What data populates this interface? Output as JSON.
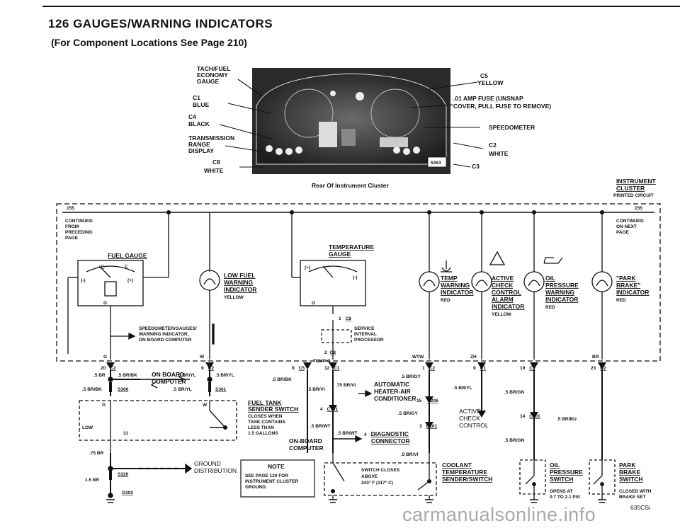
{
  "header": {
    "title": "126 GAUGES/WARNING INDICATORS",
    "subtitle": "(For Component Locations See Page 210)"
  },
  "photo": {
    "caption": "Rear Of Instrument Cluster",
    "photo_number": "5353",
    "callouts_left": [
      {
        "lines": [
          "TACH/FUEL",
          "ECONOMY",
          "GAUGE"
        ]
      },
      {
        "lines": [
          "C1",
          "BLUE"
        ]
      },
      {
        "lines": [
          "C4",
          "BLACK"
        ]
      },
      {
        "lines": [
          "TRANSMISSION",
          "RANGE",
          "DISPLAY"
        ]
      },
      {
        "lines": [
          "C8",
          "WHITE"
        ]
      }
    ],
    "callouts_right": [
      {
        "lines": [
          "C5",
          "YELLOW"
        ]
      },
      {
        "lines": [
          ".01 AMP FUSE (UNSNAP",
          "COVER, PULL FUSE TO REMOVE)"
        ]
      },
      {
        "lines": [
          "SPEEDOMETER"
        ]
      },
      {
        "lines": [
          "C2",
          "WHITE"
        ]
      },
      {
        "lines": [
          "C3"
        ]
      }
    ]
  },
  "cluster": {
    "label_lines": [
      "INSTRUMENT",
      "CLUSTER",
      "PRINTED CIRCUIT"
    ],
    "left_splice": "155",
    "right_splice": "155",
    "left_continued": [
      "CONTINUED",
      "FROM",
      "PRECEDING",
      "PAGE"
    ],
    "right_continued": [
      "CONTINUED",
      "ON NEXT",
      "PAGE"
    ]
  },
  "gauges": {
    "fuel_gauge": "FUEL GAUGE",
    "temperature_gauge": [
      "TEMPERATURE",
      "GAUGE"
    ],
    "gauge_marks": {
      "empty": "E",
      "full": "F",
      "minus": "(-)",
      "plus": "(+)",
      "g": "G"
    }
  },
  "indicators": [
    {
      "lines": [
        "LOW FUEL",
        "WARNING",
        "INDICATOR"
      ],
      "color": "YELLOW"
    },
    {
      "lines": [
        "TEMP",
        "WARNING",
        "INDICATOR"
      ],
      "color": "RED"
    },
    {
      "lines": [
        "ACTIVE",
        "CHECK",
        "CONTROL",
        "ALARM",
        "INDICATOR"
      ],
      "color": "YELLOW"
    },
    {
      "lines": [
        "OIL",
        "PRESSURE",
        "WARNING",
        "INDICATOR"
      ],
      "color": "RED"
    },
    {
      "lines": [
        "\"PARK",
        "BRAKE\"",
        "INDICATOR"
      ],
      "color": "RED"
    }
  ],
  "internal": {
    "speedo_note": [
      "SPEEDOMETER/GAUGES/",
      "WARNING INDICATOR,",
      "ON BOARD COMPUTER"
    ],
    "service_note": [
      "SERVICE",
      "INTERVAL",
      "PROCESSOR"
    ],
    "connector_c8": "C8",
    "pin_labels": {
      "g": "G",
      "w": "W",
      "temp_g": "TEMP G",
      "wtw": "WTW",
      "zh": "ZH",
      "br": "BR"
    }
  },
  "connectors": [
    {
      "pin": "20",
      "name": "C2"
    },
    {
      "pin": "9",
      "name": "C2"
    },
    {
      "pin": "9",
      "name": "C5"
    },
    {
      "pin": "12",
      "name": "C1"
    },
    {
      "pin": "1",
      "name": "C2"
    },
    {
      "pin": "9",
      "name": "C1"
    },
    {
      "pin": "19",
      "name": "C1"
    },
    {
      "pin": "23",
      "name": "C2"
    }
  ],
  "wires": {
    "w1": ".5 BR",
    "w2": ".5 BR/BK",
    "w3": ".5 BR/YL",
    "w4": ".5 BR/YL",
    "w5": ".5 BR/BK",
    "w6": ".5 BR/YL",
    "w7": ".5 BR/BK",
    "w8": ".5 BR/VI",
    "w9": ".75 BR/VI",
    "w10": ".5 BR/GY",
    "w11": ".5 BR/YL",
    "w12": ".5 BR/GN",
    "w13": ".5 BR/GY",
    "w14": ".5 BR/WT",
    "w15": ".5 BR/WT",
    "w16": ".5 BR/VI",
    "w17": ".5 BR/GN",
    "w18": ".5 BR/BU",
    "w19": ".75 BR",
    "w20": "1.5 BR"
  },
  "splices": {
    "s360": "S360",
    "s361": "S361",
    "s320": "S320",
    "g302": "G302"
  },
  "labels": {
    "on_board_computer": [
      "ON BOARD",
      "COMPUTER"
    ],
    "on_board_computer2": [
      "ON-BOARD",
      "COMPUTER"
    ],
    "automatic_hvac": [
      "AUTOMATIC",
      "HEATER-AIR",
      "CONDITIONER"
    ],
    "c206": {
      "pin": "15",
      "name": "C206"
    },
    "c101_a": {
      "pin": "4",
      "name": "C101"
    },
    "c101_b": {
      "pin": "3",
      "name": "C101"
    },
    "c101_c": {
      "pin": "14",
      "name": "C101"
    },
    "diagnostic": {
      "pin": "4",
      "lines": [
        "DIAGNOSTIC",
        "CONNECTOR"
      ]
    },
    "active_check": [
      "ACTIVE",
      "CHECK",
      "CONTROL"
    ],
    "ground": [
      "GROUND",
      "DISTRIBUTION"
    ],
    "low": "LOW",
    "pin31": "31"
  },
  "components": {
    "fuel_tank": {
      "title": [
        "FUEL TANK",
        "SENDER SWITCH"
      ],
      "note": [
        "CLOSES WHEN",
        "TANK CONTAINS",
        "LESS THAN",
        "1.5 GALLONS"
      ]
    },
    "note_box": {
      "title": "NOTE",
      "lines": [
        "SEE PAGE 120 FOR",
        "INSTRUMENT CLUSTER",
        "GROUND."
      ]
    },
    "switch_closes": [
      "SWITCH CLOSES",
      "ABOVE",
      "243° F (117° C)"
    ],
    "coolant": [
      "COOLANT",
      "TEMPERATURE",
      "SENDER/SWITCH"
    ],
    "oil_switch": {
      "title": [
        "OIL",
        "PRESSURE",
        "SWITCH"
      ],
      "note": [
        "OPENS AT",
        "0.7 TO 2.1 PSI"
      ]
    },
    "park_switch": {
      "title": [
        "PARK",
        "BRAKE",
        "SWITCH"
      ],
      "note": [
        "CLOSED WITH",
        "BRAKE SET"
      ]
    }
  },
  "footer": {
    "code": "635CSi",
    "watermark": "carmanualsonline.info"
  }
}
